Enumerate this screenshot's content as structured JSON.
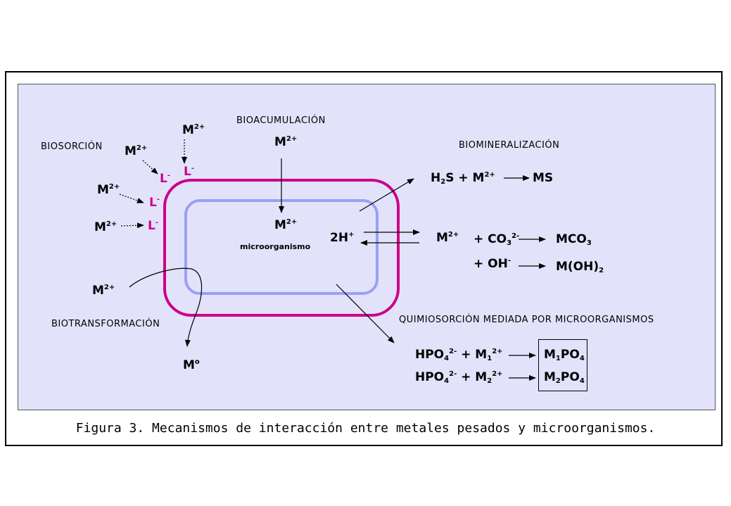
{
  "labels": {
    "biosorcion": "BIOSORCIÓN",
    "bioacumulacion": "BIOACUMULACIÓN",
    "biomineralizacion": "BIOMINERALIZACIÓN",
    "biotransformacion": "BIOTRANSFORMACIÓN",
    "quimiosorcion": "QUIMIOSORCIÓN MEDIADA POR MICROORGANISMOS",
    "microorganismo": "microorganismo"
  },
  "species": {
    "M": "M",
    "charge_2plus": "2+",
    "L": "L",
    "minus": "-",
    "M0_base": "M",
    "M0_sup": "o",
    "twoH": "2H",
    "plus_sup": "+"
  },
  "biomineral": {
    "h2s_a": "H",
    "h2s_sub": "2",
    "h2s_b": "S  +  M",
    "ms": "MS",
    "co3_a": "+ CO",
    "co3_sub": "3",
    "co3_sup": "2-",
    "mco3_a": "MCO",
    "mco3_sub": "3",
    "oh": "+ OH",
    "oh_sup": "-",
    "moh_a": "M(OH)",
    "moh_sub": "2"
  },
  "chemisorption": {
    "hpo_a": "HPO",
    "hpo_sub": "4",
    "hpo_sup": "2-",
    "plus_m": "+  M",
    "m1_sub": "1",
    "m2_sub": "2",
    "charge": "2+",
    "po_a": "PO",
    "po_sub": "4"
  },
  "caption": "Figura 3. Mecanismos de interacción entre metales pesados y microorganismos.",
  "colors": {
    "panel": "#e2e3fb",
    "outer_membrane": "#cc0088",
    "inner_membrane": "#9aa0f5",
    "ligand": "#cc0088"
  }
}
